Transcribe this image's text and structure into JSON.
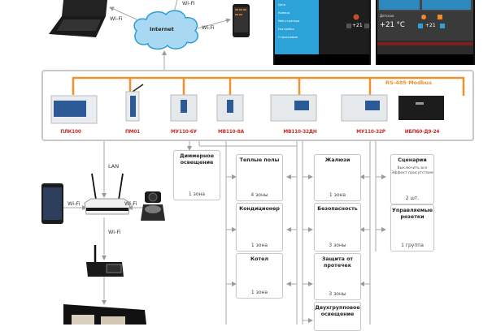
{
  "network": {
    "internet_label": "Internet",
    "wifi_label": "Wi-Fi",
    "lan_label": "LAN",
    "bus_label": "RS-485 Modbus"
  },
  "colors": {
    "bus": "#f0912e",
    "device_label": "#c0302a",
    "cloud_fill": "#a9d8f2",
    "cloud_stroke": "#2a9fd6",
    "frame": "#c8c8c8",
    "connector": "#9a9a9a"
  },
  "devices": [
    {
      "id": "plk100",
      "label": "ПЛК100"
    },
    {
      "id": "pm01",
      "label": "ПМ01"
    },
    {
      "id": "mu110-6u",
      "label": "МУ110-6У"
    },
    {
      "id": "mv110-8a",
      "label": "МВ110-8А"
    },
    {
      "id": "mv110-32dn",
      "label": "МВ110-32ДН"
    },
    {
      "id": "mu110-32r",
      "label": "МУ110-32Р"
    },
    {
      "id": "ibp60",
      "label": "ИБП60-Д9-24"
    }
  ],
  "tablets": {
    "left": {
      "menu_items": [
        "Дети",
        "Камеры",
        "Web-страница",
        "Настройки",
        "О программе"
      ],
      "temp_value": "+21"
    },
    "right": {
      "room_name": "Детская",
      "room_temp": "+21 °C",
      "set_value": "+21"
    }
  },
  "subsystems": [
    {
      "id": "dimmer",
      "title": "Диммерное освещение",
      "count": "1 зона"
    },
    {
      "id": "floors",
      "title": "Теплые полы",
      "count": "4 зоны"
    },
    {
      "id": "ac",
      "title": "Кондиционер",
      "count": "1 зона"
    },
    {
      "id": "boiler",
      "title": "Котел",
      "count": "1 зона"
    },
    {
      "id": "blinds",
      "title": "Жалюзи",
      "count": "1 зона"
    },
    {
      "id": "security",
      "title": "Безопасность",
      "count": "3 зоны"
    },
    {
      "id": "leak",
      "title": "Защита от протечек",
      "count": "3 зоны"
    },
    {
      "id": "twogroup",
      "title": "Двухгрупповое освещение",
      "count": ""
    },
    {
      "id": "scenes",
      "title": "Сценарии",
      "subtitle": "Выключить все Эффект присутствия",
      "count": "2 шт."
    },
    {
      "id": "sockets",
      "title": "Управляемые розетки",
      "count": "1 группа"
    }
  ]
}
